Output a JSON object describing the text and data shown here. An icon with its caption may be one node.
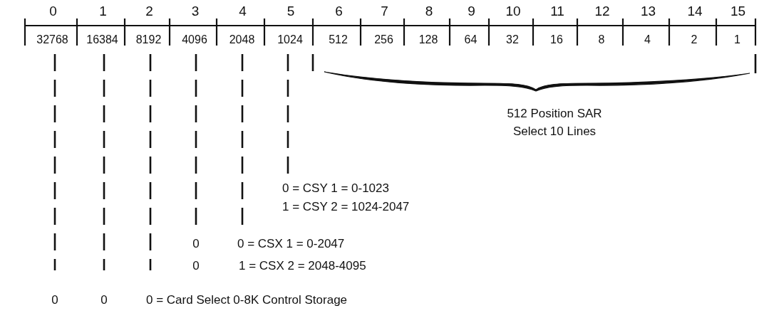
{
  "diagram": {
    "labels": [
      "0",
      "1",
      "2",
      "3",
      "4",
      "5",
      "6",
      "7",
      "8",
      "9",
      "10",
      "11",
      "12",
      "13",
      "14",
      "15",
      "32768",
      "16384",
      "8192",
      "4096",
      "2048",
      "1024",
      "512",
      "256",
      "128",
      "64",
      "32",
      "16",
      "8",
      "4",
      "2",
      "1",
      "512 Position SAR Select 10 Lines",
      "0 = CSY 1 = 0-1023",
      "1 = CSY 2 = 1024-2047",
      "0",
      "0 = CSX 1 = 0-2047",
      "0",
      "1 = CSX 2 = 2048-4095",
      "0",
      "0",
      "0 = Card Select 0-8K Control Storage"
    ]
  }
}
